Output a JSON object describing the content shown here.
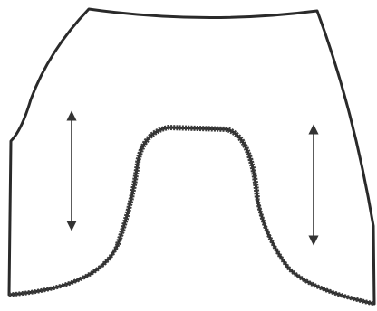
{
  "diagram": {
    "description_visible_text": "",
    "colors": {
      "background": "#ffffff",
      "outline": "#2a2a2a",
      "inner_outline": "#3a3a3a",
      "arrow": "#333333"
    },
    "arrows": [
      {
        "name": "left-vertical-double-arrow",
        "direction": "vertical",
        "heads": "both"
      },
      {
        "name": "right-vertical-double-arrow",
        "direction": "vertical",
        "heads": "both"
      }
    ]
  }
}
